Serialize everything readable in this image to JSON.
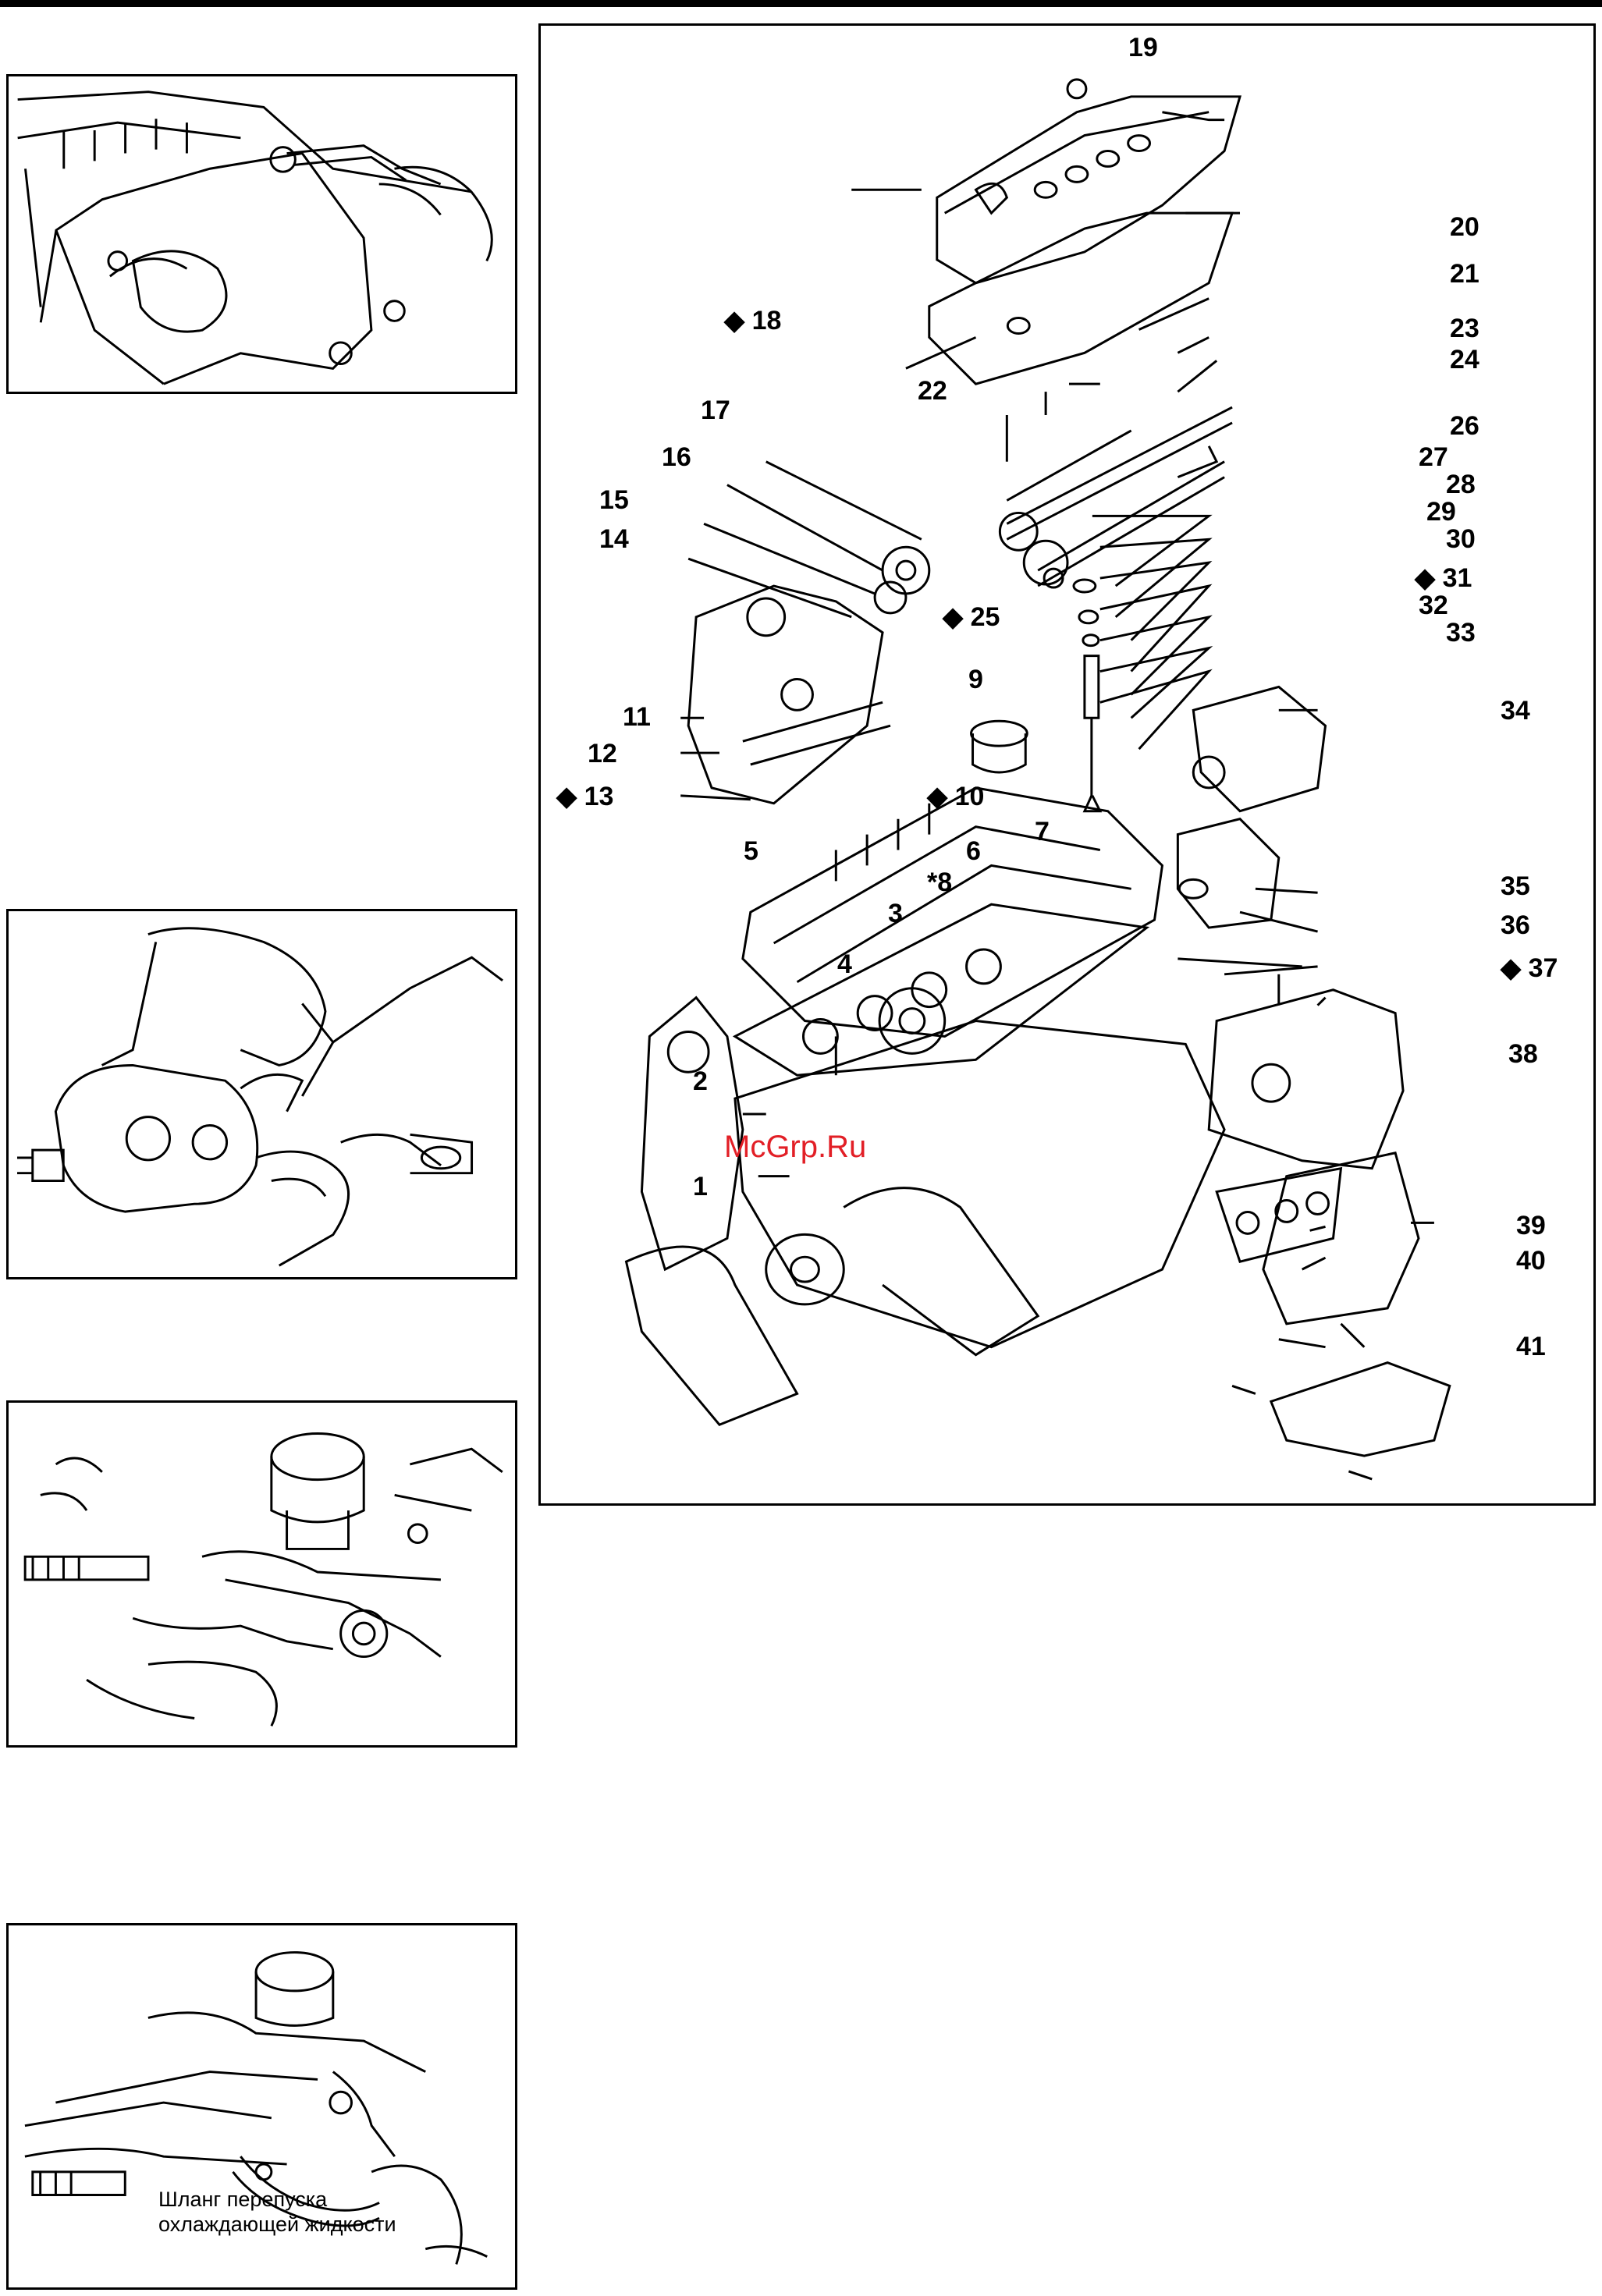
{
  "watermark": "McGrp.Ru",
  "caption": {
    "line1": "Шланг перепуска",
    "line2": "охлаждающей жидкости"
  },
  "callouts": {
    "c1": "1",
    "c2": "2",
    "c3": "3",
    "c4": "4",
    "c5": "5",
    "c6": "6",
    "c7": "7",
    "c8": "*8",
    "c9": "9",
    "c10": "◆ 10",
    "c11": "11",
    "c12": "12",
    "c13": "◆ 13",
    "c14": "14",
    "c15": "15",
    "c16": "16",
    "c17": "17",
    "c18": "◆ 18",
    "c19": "19",
    "c20": "20",
    "c21": "21",
    "c22": "22",
    "c23": "23",
    "c24": "24",
    "c25": "◆ 25",
    "c26": "26",
    "c27": "27",
    "c28": "28",
    "c29": "29",
    "c30": "30",
    "c31": "◆ 31",
    "c32": "32",
    "c33": "33",
    "c34": "34",
    "c35": "35",
    "c36": "36",
    "c37": "◆ 37",
    "c38": "38",
    "c39": "39",
    "c40": "40",
    "c41": "41"
  },
  "colors": {
    "watermark": "#e21f26",
    "ink": "#000000",
    "paper": "#ffffff"
  }
}
